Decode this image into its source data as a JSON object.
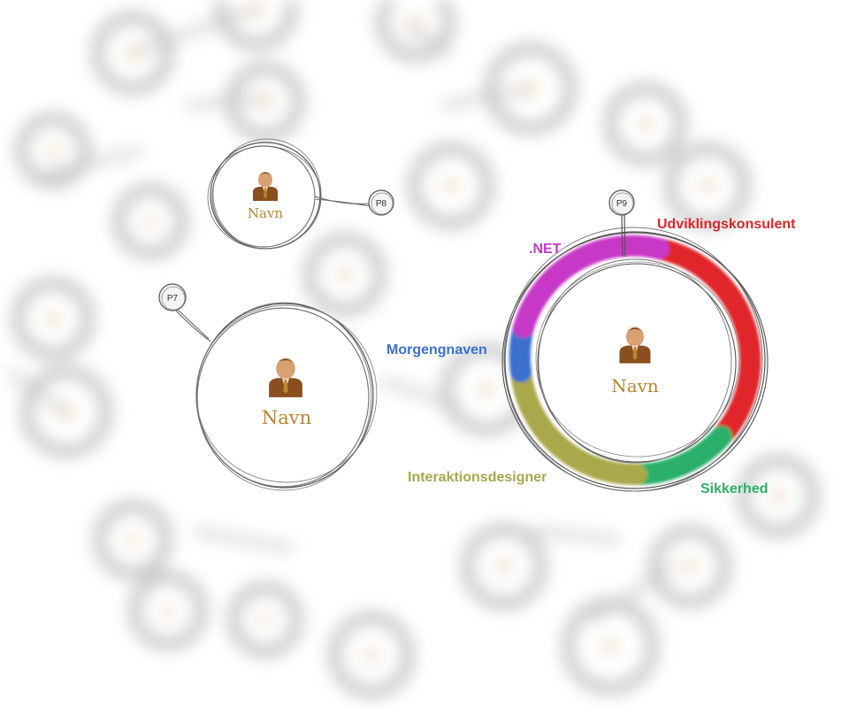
{
  "colors": {
    "name_text": "#b8862e",
    "sketch": "#555555",
    "person_suit": "#8a4f1f",
    "person_skin": "#d9a071"
  },
  "nodes": [
    {
      "id": "p8",
      "pin_label": "P8",
      "name": "Navn"
    },
    {
      "id": "p7",
      "pin_label": "P7",
      "name": "Navn"
    },
    {
      "id": "p9",
      "pin_label": "P9",
      "name": "Navn"
    }
  ],
  "skills": [
    {
      "label": "Udviklingskonsulent",
      "color": "#e0262b"
    },
    {
      "label": "Sikkerhed",
      "color": "#2bb06a"
    },
    {
      "label": "Interaktionsdesigner",
      "color": "#a9a84c"
    },
    {
      "label": "Morgengnaven",
      "color": "#3a6fcf"
    },
    {
      "label": ".NET",
      "color": "#c738c6"
    }
  ]
}
